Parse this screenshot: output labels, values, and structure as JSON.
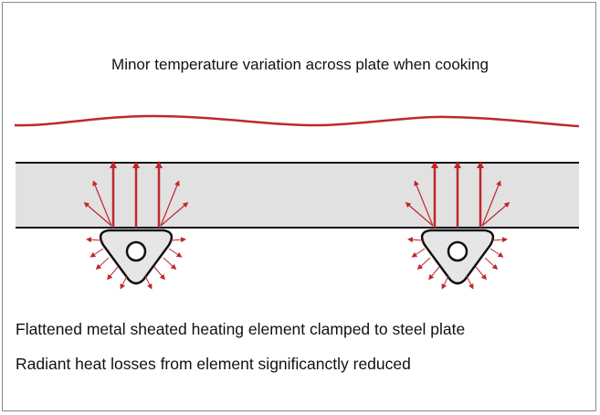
{
  "diagram": {
    "title": "Minor temperature variation across plate when cooking",
    "captions": [
      "Flattened metal sheated heating element clamped to steel plate",
      "Radiant heat losses from element significanctly reduced"
    ],
    "colors": {
      "heat_red": "#c0272d",
      "plate_fill": "#e1e1e1",
      "element_fill": "#e6e6e6",
      "outline": "#111111",
      "frame": "#8a8a8a"
    }
  }
}
